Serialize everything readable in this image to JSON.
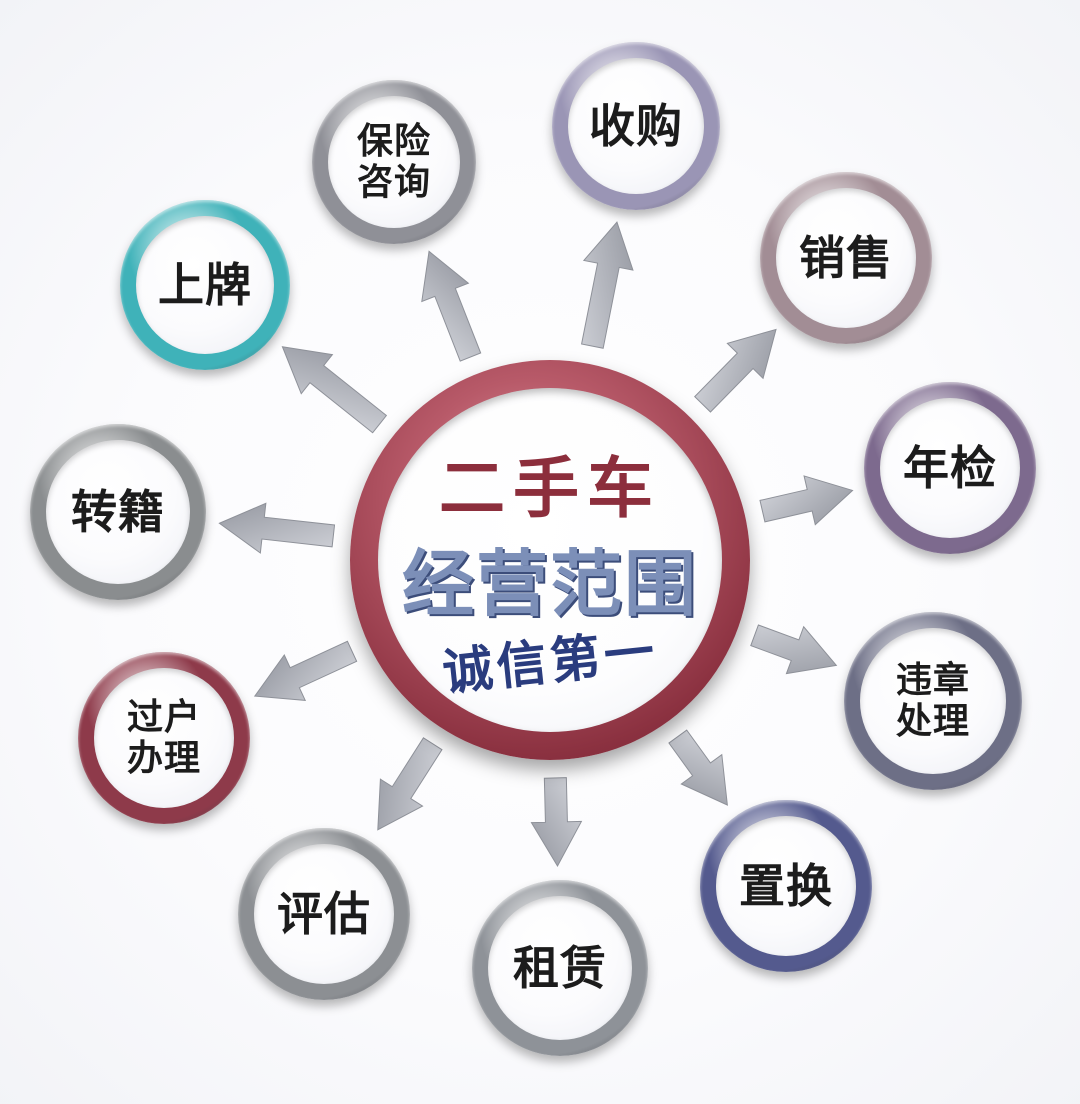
{
  "center": {
    "line1": "二手车",
    "line2": "经营范围",
    "line3": "诚信第一"
  },
  "nodes": [
    {
      "label": "保险\n咨询",
      "ring_color": "#8f9097"
    },
    {
      "label": "收购",
      "ring_color": "#9a95b5"
    },
    {
      "label": "上牌",
      "ring_color": "#3fb2b9"
    },
    {
      "label": "销售",
      "ring_color": "#a28d95"
    },
    {
      "label": "年检",
      "ring_color": "#7d6a8e"
    },
    {
      "label": "转籍",
      "ring_color": "#8a8d8f"
    },
    {
      "label": "违章\n处理",
      "ring_color": "#6d6f86"
    },
    {
      "label": "过户\n办理",
      "ring_color": "#8e3a4a"
    },
    {
      "label": "置换",
      "ring_color": "#545a8e"
    },
    {
      "label": "评估",
      "ring_color": "#8c8f93"
    },
    {
      "label": "租赁",
      "ring_color": "#8e9298"
    }
  ],
  "colors": {
    "center_ring": "#8b3140",
    "center_title": "#8c2e3c",
    "center_subtitle": "#7c8fb8",
    "center_slogan": "#2a3c7e",
    "arrow": "#a9abb3"
  }
}
